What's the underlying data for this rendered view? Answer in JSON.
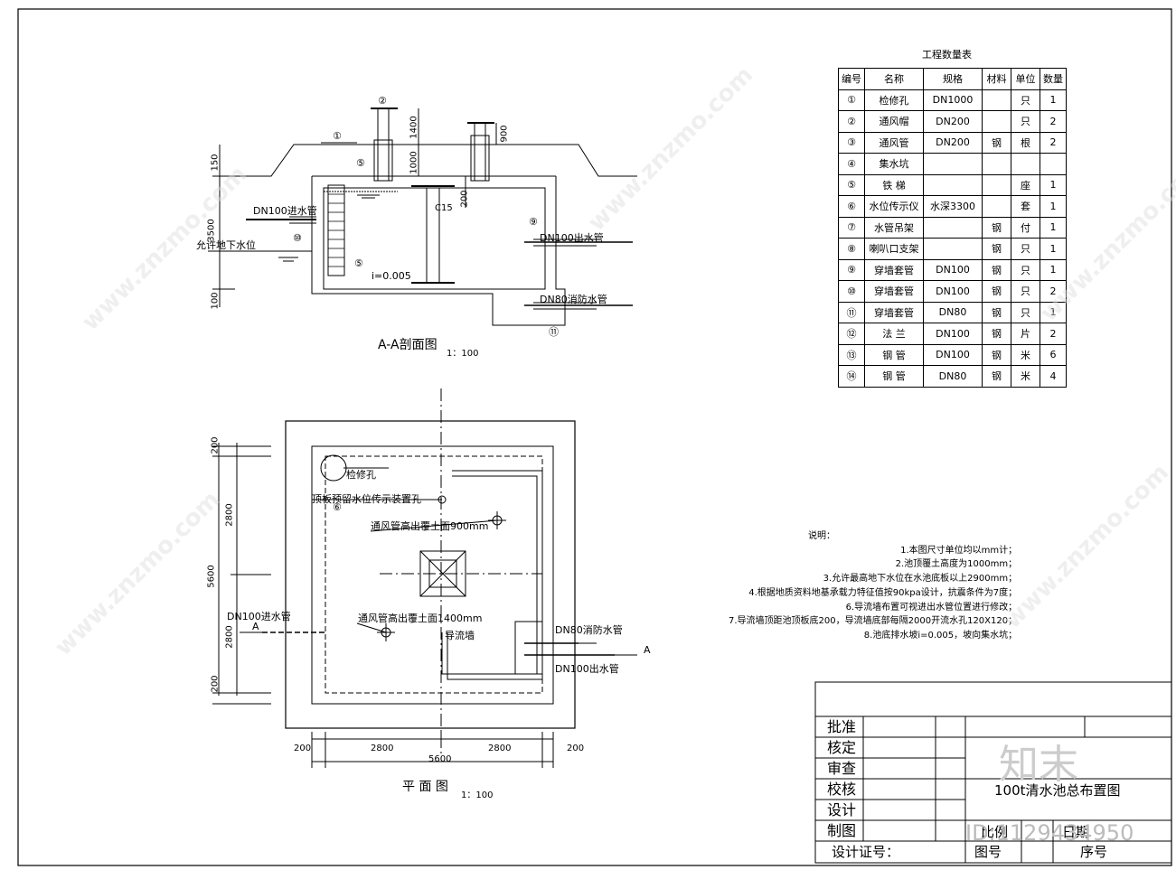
{
  "qty_table": {
    "title": "工程数量表",
    "headers": [
      "编号",
      "名称",
      "规格",
      "材料",
      "单位",
      "数量"
    ],
    "rows": [
      [
        "①",
        "检修孔",
        "DN1000",
        "",
        "只",
        "1"
      ],
      [
        "②",
        "通风帽",
        "DN200",
        "",
        "只",
        "2"
      ],
      [
        "③",
        "通风管",
        "DN200",
        "钢",
        "根",
        "2"
      ],
      [
        "④",
        "集水坑",
        "",
        "",
        "",
        ""
      ],
      [
        "⑤",
        "铁 梯",
        "",
        "",
        "座",
        "1"
      ],
      [
        "⑥",
        "水位传示仪",
        "水深3300",
        "",
        "套",
        "1"
      ],
      [
        "⑦",
        "水管吊架",
        "",
        "钢",
        "付",
        "1"
      ],
      [
        "⑧",
        "喇叭口支架",
        "",
        "钢",
        "只",
        "1"
      ],
      [
        "⑨",
        "穿墙套管",
        "DN100",
        "钢",
        "只",
        "1"
      ],
      [
        "⑩",
        "穿墙套管",
        "DN100",
        "钢",
        "只",
        "2"
      ],
      [
        "⑪",
        "穿墙套管",
        "DN80",
        "钢",
        "只",
        "1"
      ],
      [
        "⑫",
        "法 兰",
        "DN100",
        "钢",
        "片",
        "2"
      ],
      [
        "⑬",
        "钢 管",
        "DN100",
        "钢",
        "米",
        "6"
      ],
      [
        "⑭",
        "钢 管",
        "DN80",
        "钢",
        "米",
        "4"
      ]
    ]
  },
  "section": {
    "title": "A-A剖面图",
    "scale": "1：100",
    "labels": {
      "inlet": "DN100进水管",
      "groundwater": "允许地下水位",
      "outlet": "DN100出水管",
      "fire": "DN80消防水管",
      "c15": "C15",
      "slope": "i=0.005",
      "dim_150": "150",
      "dim_3500": "3500",
      "dim_100": "100",
      "dim_1400": "1400",
      "dim_1000": "1000",
      "dim_900": "900",
      "dim_200": "200",
      "m1": "①",
      "m2": "②",
      "m5": "⑤",
      "m5b": "⑤",
      "m9": "⑨",
      "m10": "⑩",
      "m11": "⑪"
    }
  },
  "plan": {
    "title": "平 面 图",
    "scale": "1：100",
    "labels": {
      "manhole": "检修孔",
      "level_hole": "顶板预留水位传示装置孔",
      "m6": "⑥",
      "vent900": "通风管高出覆土面900mm",
      "vent1400": "通风管高出覆土面1400mm",
      "inlet": "DN100进水管",
      "baffle": "导流墙",
      "fire": "DN80消防水管",
      "outlet": "DN100出水管",
      "a_left": "A",
      "a_right": "A",
      "d200a": "200",
      "d2800a": "2800",
      "d5600a": "5600",
      "d2800b": "2800",
      "d200b": "200",
      "b200a": "200",
      "b2800a": "2800",
      "b2800b": "2800",
      "b200b": "200",
      "b5600": "5600"
    }
  },
  "notes": {
    "heading": "说明：",
    "items": [
      "1.本图尺寸单位均以mm计；",
      "2.池顶覆土高度为1000mm；",
      "3.允许最高地下水位在水池底板以上2900mm；",
      "4.根据地质资料地基承载力特征值按90kpa设计，抗震条件为7度；",
      "6.导流墙布置可视进出水管位置进行修改；",
      "7.导流墙顶距池顶板底200，导流墙底部每隔2000开流水孔120X120；",
      "8.池底排水坡i=0.005，坡向集水坑；"
    ]
  },
  "title_block": {
    "rows": [
      "批准",
      "核定",
      "审查",
      "校核",
      "设计",
      "制图"
    ],
    "cert": "设计证号：",
    "drawing_title": "100t清水池总布置图",
    "scale_label": "比例",
    "date_label": "日期",
    "fig_no": "图号",
    "seq_no": "序号",
    "id_text": "ID:1129434950",
    "logo_text": "知末"
  },
  "watermark": "www.znzmo.com"
}
